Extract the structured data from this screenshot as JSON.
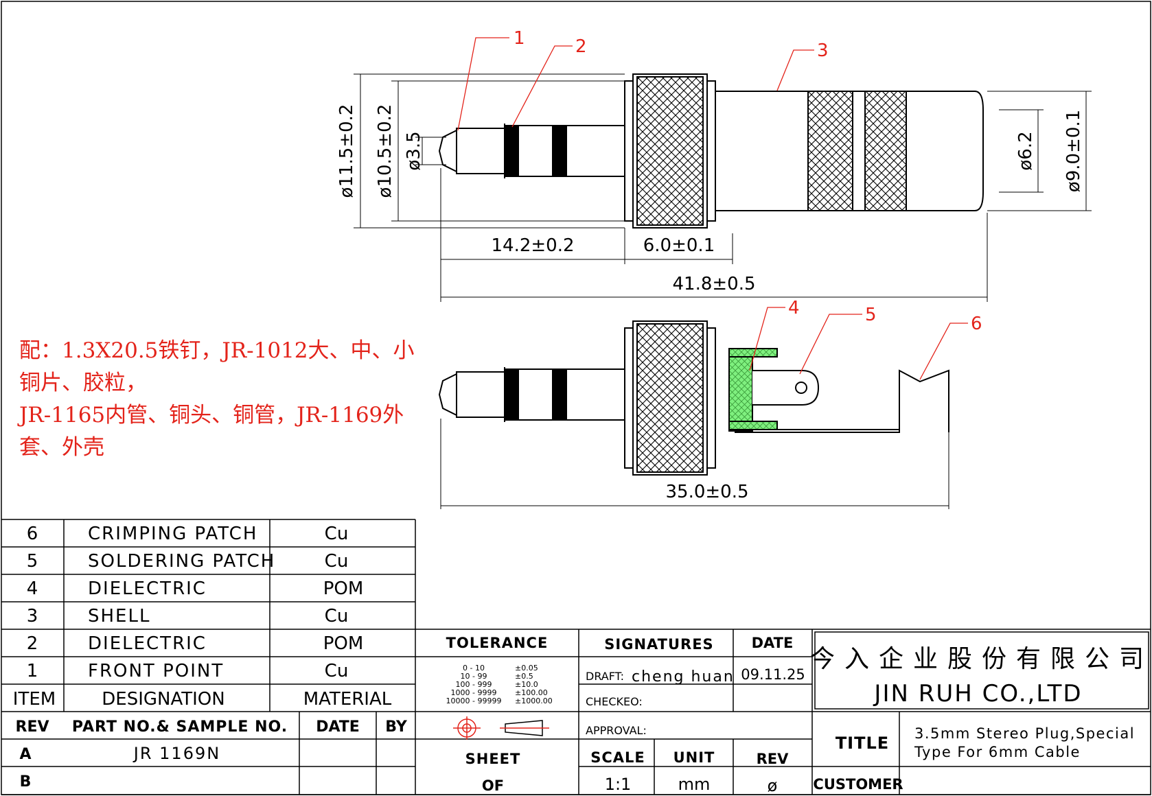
{
  "callouts": [
    "1",
    "2",
    "3",
    "4",
    "5",
    "6"
  ],
  "dimensions": {
    "d_11_5": "ø11.5±0.2",
    "d_10_5": "ø10.5±0.2",
    "d_3_5": "ø3.5",
    "d_6_2": "ø6.2",
    "d_9_0": "ø9.0±0.1",
    "l_14_2": "14.2±0.2",
    "l_6_0": "6.0±0.1",
    "l_41_8": "41.8±0.5",
    "l_35_0": "35.0±0.5"
  },
  "note": "配：1.3X20.5铁钉，JR-1012大、中、小\n铜片、胶粒，\nJR-1165内管、铜头、铜管，JR-1169外\n套、外壳",
  "parts_table": {
    "rows": [
      {
        "item": "6",
        "designation": "CRIMPING PATCH",
        "material": "Cu"
      },
      {
        "item": "5",
        "designation": "SOLDERING PATCH",
        "material": "Cu"
      },
      {
        "item": "4",
        "designation": "DIELECTRIC",
        "material": "POM"
      },
      {
        "item": "3",
        "designation": "SHELL",
        "material": "Cu"
      },
      {
        "item": "2",
        "designation": "DIELECTRIC",
        "material": "POM"
      },
      {
        "item": "1",
        "designation": "FRONT POINT",
        "material": "Cu"
      }
    ],
    "header": {
      "item": "ITEM",
      "designation": "DESIGNATION",
      "material": "MATERIAL"
    }
  },
  "revision_table": {
    "header": {
      "rev": "REV",
      "part": "PART NO.& SAMPLE NO.",
      "date": "DATE",
      "by": "BY"
    },
    "rows": [
      {
        "rev": "A",
        "part": "JR 1169N"
      },
      {
        "rev": "B",
        "part": ""
      }
    ]
  },
  "tolerance": {
    "title": "TOLERANCE",
    "ranges": [
      "0 - 10",
      "10 - 99",
      "100 - 999",
      "1000 - 9999",
      "10000 - 99999"
    ],
    "values": [
      "±0.05",
      "±0.5",
      "±10.0",
      "±100.00",
      "±1000.00"
    ]
  },
  "signatures": {
    "title": "SIGNATURES",
    "draft_label": "DRAFT:",
    "draft_name": "cheng huan",
    "checked_label": "CHECKEO:",
    "approval_label": "APPROVAL:"
  },
  "date_block": {
    "title": "DATE",
    "value": "09.11.25"
  },
  "company": {
    "chinese": "今入企业股份有限公司",
    "english": "JIN RUH CO.,LTD"
  },
  "title_block": {
    "title_label": "TITLE",
    "title_line1": "3.5mm Stereo Plug,Special",
    "title_line2": "Type For 6mm Cable",
    "customer_label": "CUSTOMER"
  },
  "sheet_block": {
    "sheet_label": "SHEET",
    "of_label": "OF",
    "scale_label": "SCALE",
    "scale_value": "1:1",
    "unit_label": "UNIT",
    "unit_value": "mm",
    "rev_label": "REV",
    "rev_value": "ø"
  },
  "colors": {
    "annotation": "#e3231a",
    "dielectric_fill": "#7ff07f",
    "line": "#000000"
  }
}
